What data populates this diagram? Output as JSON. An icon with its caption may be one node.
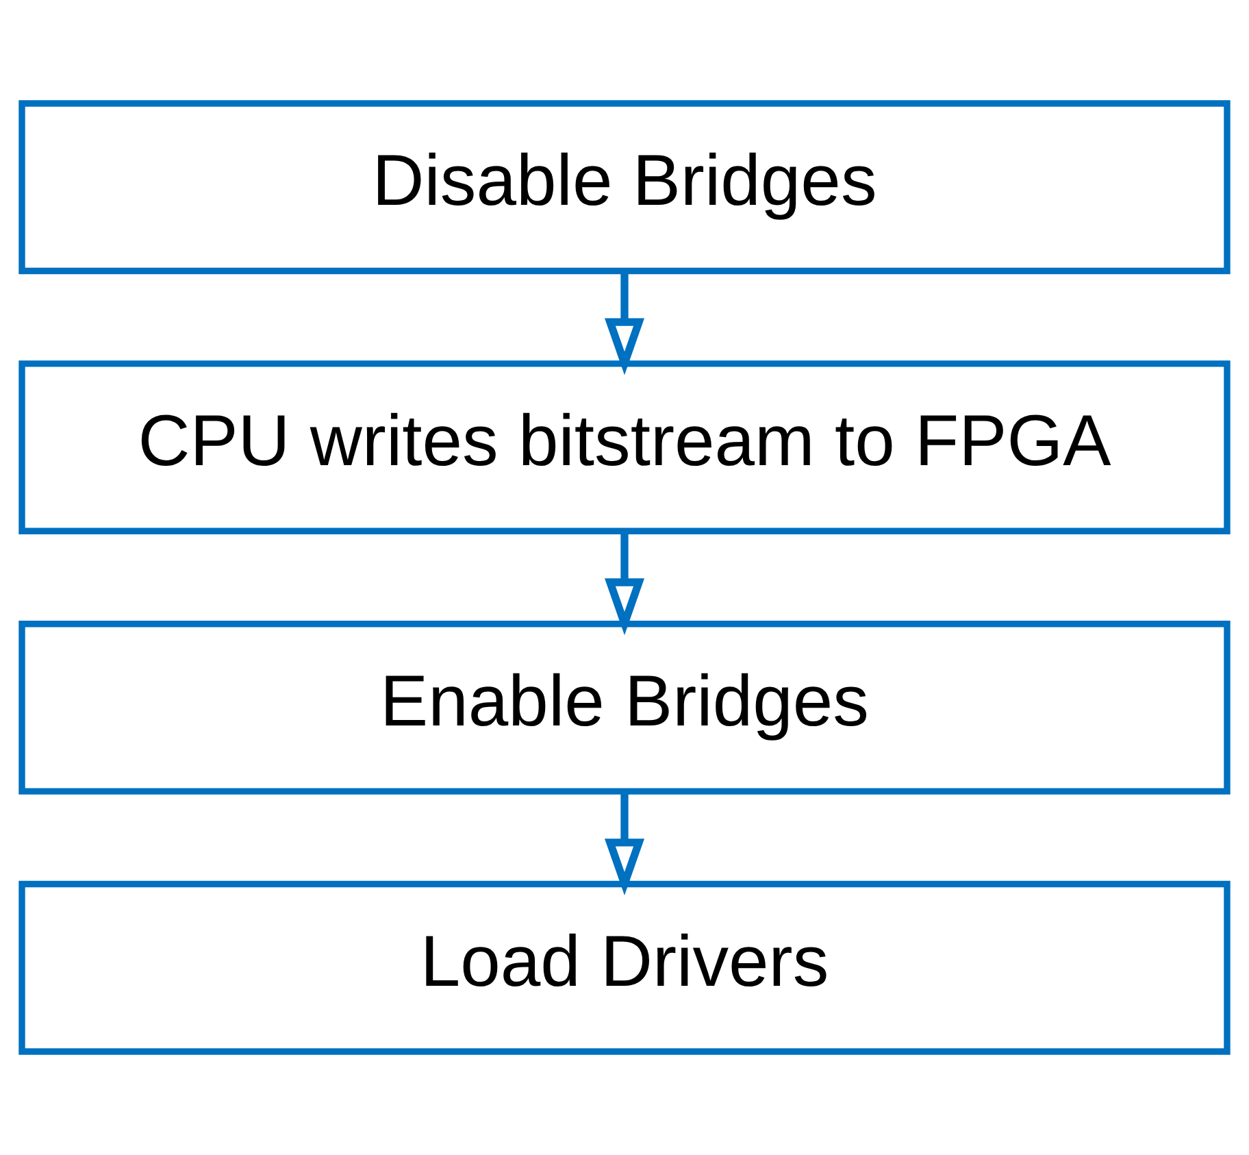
{
  "diagram": {
    "nodes": [
      {
        "text": [
          "Disable Bridges"
        ]
      },
      {
        "text": [
          "CPU writes bitstream to FPGA"
        ]
      },
      {
        "text": [
          "Enable Bridges"
        ]
      },
      {
        "text": [
          "Load Drivers"
        ]
      }
    ],
    "edges": [
      {
        "from": 0,
        "to": 1,
        "arrow": "to"
      },
      {
        "from": 1,
        "to": 2,
        "arrow": "to"
      },
      {
        "from": 2,
        "to": 3,
        "arrow": "to"
      }
    ]
  }
}
